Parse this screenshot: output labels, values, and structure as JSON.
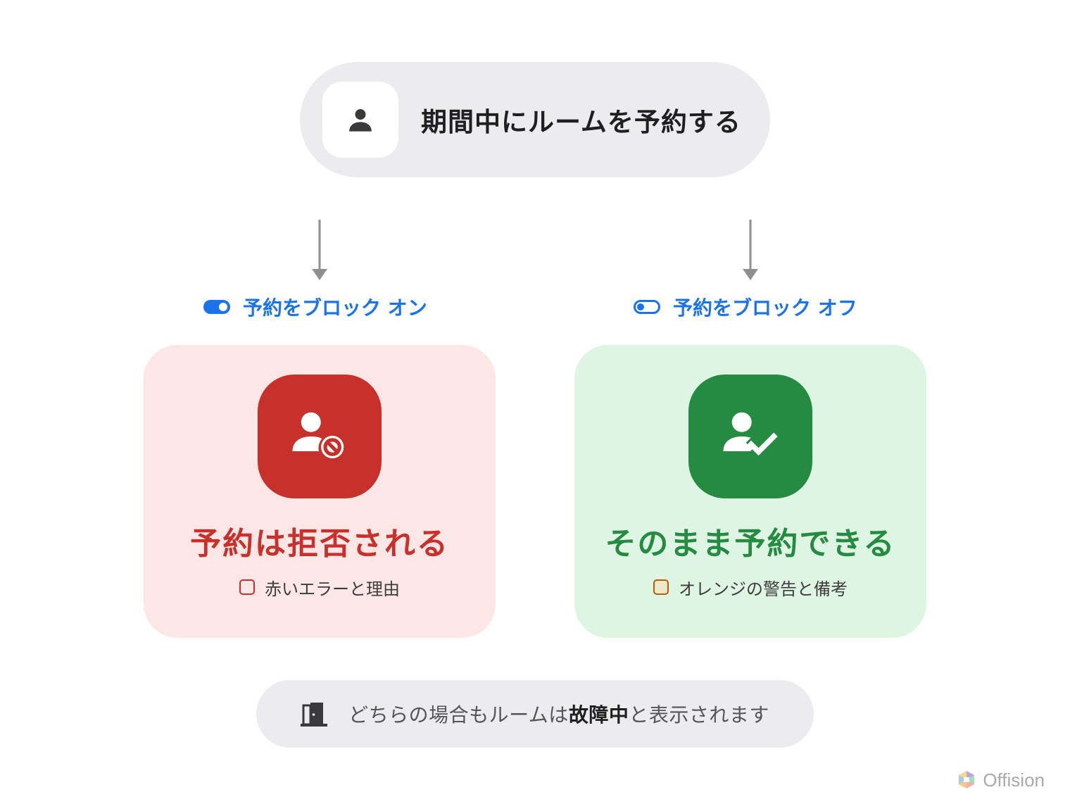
{
  "top": {
    "title": "期間中にルームを予約する",
    "icon": "person-icon"
  },
  "branches": [
    {
      "toggle_label": "予約をブロック オン",
      "toggle_state": "on",
      "result": "予約は拒否される",
      "note": "赤いエラーと理由",
      "icon": "person-block-icon",
      "accent": "#c8302b",
      "card_bg": "#fde7e6"
    },
    {
      "toggle_label": "予約をブロック オフ",
      "toggle_state": "off",
      "result": "そのまま予約できる",
      "note": "オレンジの警告と備考",
      "icon": "person-check-icon",
      "accent": "#248b40",
      "card_bg": "#dff5e3"
    }
  ],
  "footer": {
    "prefix": "どちらの場合もルームは",
    "emphasis": "故障中",
    "suffix": "と表示されます",
    "icon": "door-icon"
  },
  "brand": {
    "name": "Offision",
    "icon": "offision-logo-icon"
  },
  "colors": {
    "link_blue": "#1a73e8",
    "pill_bg": "#ececee",
    "arrow": "#8e8e93"
  }
}
